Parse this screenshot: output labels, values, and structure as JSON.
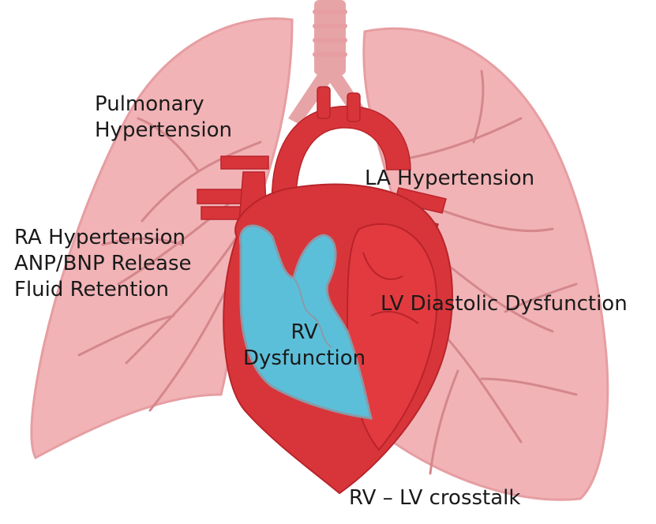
{
  "colors": {
    "lung_fill": "#f1b3b6",
    "lung_edge": "#e69ea2",
    "bronchi": "#d4878c",
    "trachea": "#e7a4a6",
    "heart_red": "#d8353a",
    "heart_dark": "#b8242a",
    "lv_inner": "#e33a3f",
    "rv_blue": "#5cbfd9",
    "rv_edge": "#8a9aa8",
    "text": "#1a1a1a"
  },
  "labels": {
    "pulmonary_hypertension": [
      "Pulmonary",
      "Hypertension"
    ],
    "la_hypertension": "LA Hypertension",
    "ra_hypertension": [
      "RA Hypertension",
      "ANP/BNP Release",
      "Fluid Retention"
    ],
    "lv_diastolic": "LV Diastolic Dysfunction",
    "rv_dysfunction": [
      "RV",
      "Dysfunction"
    ],
    "crosstalk": "RV – LV crosstalk"
  }
}
